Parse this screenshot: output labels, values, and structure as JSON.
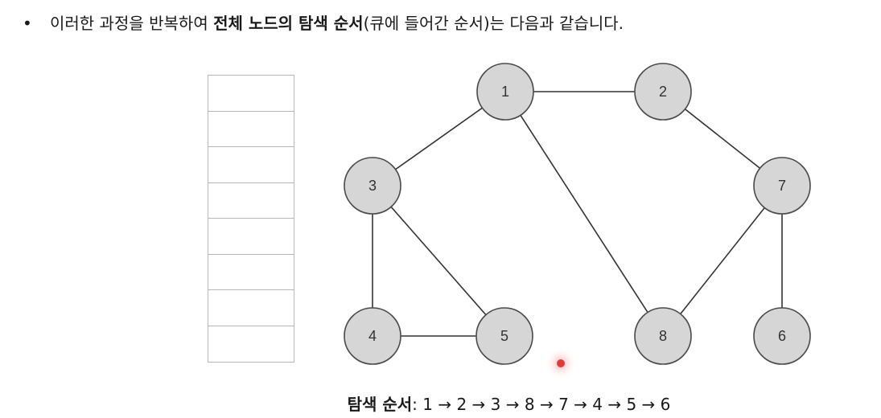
{
  "heading": {
    "bullet": "•",
    "part1": "이러한 과정을 반복하여 ",
    "bold": "전체 노드의 탐색 순서",
    "part2": "(큐에 들어간 순서)는 다음과 같습니다."
  },
  "queue": {
    "cells": 8
  },
  "graph": {
    "nodes": [
      {
        "id": "1",
        "label": "1"
      },
      {
        "id": "2",
        "label": "2"
      },
      {
        "id": "3",
        "label": "3"
      },
      {
        "id": "7",
        "label": "7"
      },
      {
        "id": "4",
        "label": "4"
      },
      {
        "id": "5",
        "label": "5"
      },
      {
        "id": "8",
        "label": "8"
      },
      {
        "id": "6",
        "label": "6"
      }
    ],
    "edges": [
      [
        "1",
        "2"
      ],
      [
        "1",
        "3"
      ],
      [
        "1",
        "8"
      ],
      [
        "2",
        "7"
      ],
      [
        "3",
        "4"
      ],
      [
        "3",
        "5"
      ],
      [
        "4",
        "5"
      ],
      [
        "7",
        "8"
      ],
      [
        "7",
        "6"
      ]
    ]
  },
  "order": {
    "label": "탐색 순서",
    "sequence": "1 → 2 → 3 → 8 → 7 → 4 → 5 → 6"
  }
}
